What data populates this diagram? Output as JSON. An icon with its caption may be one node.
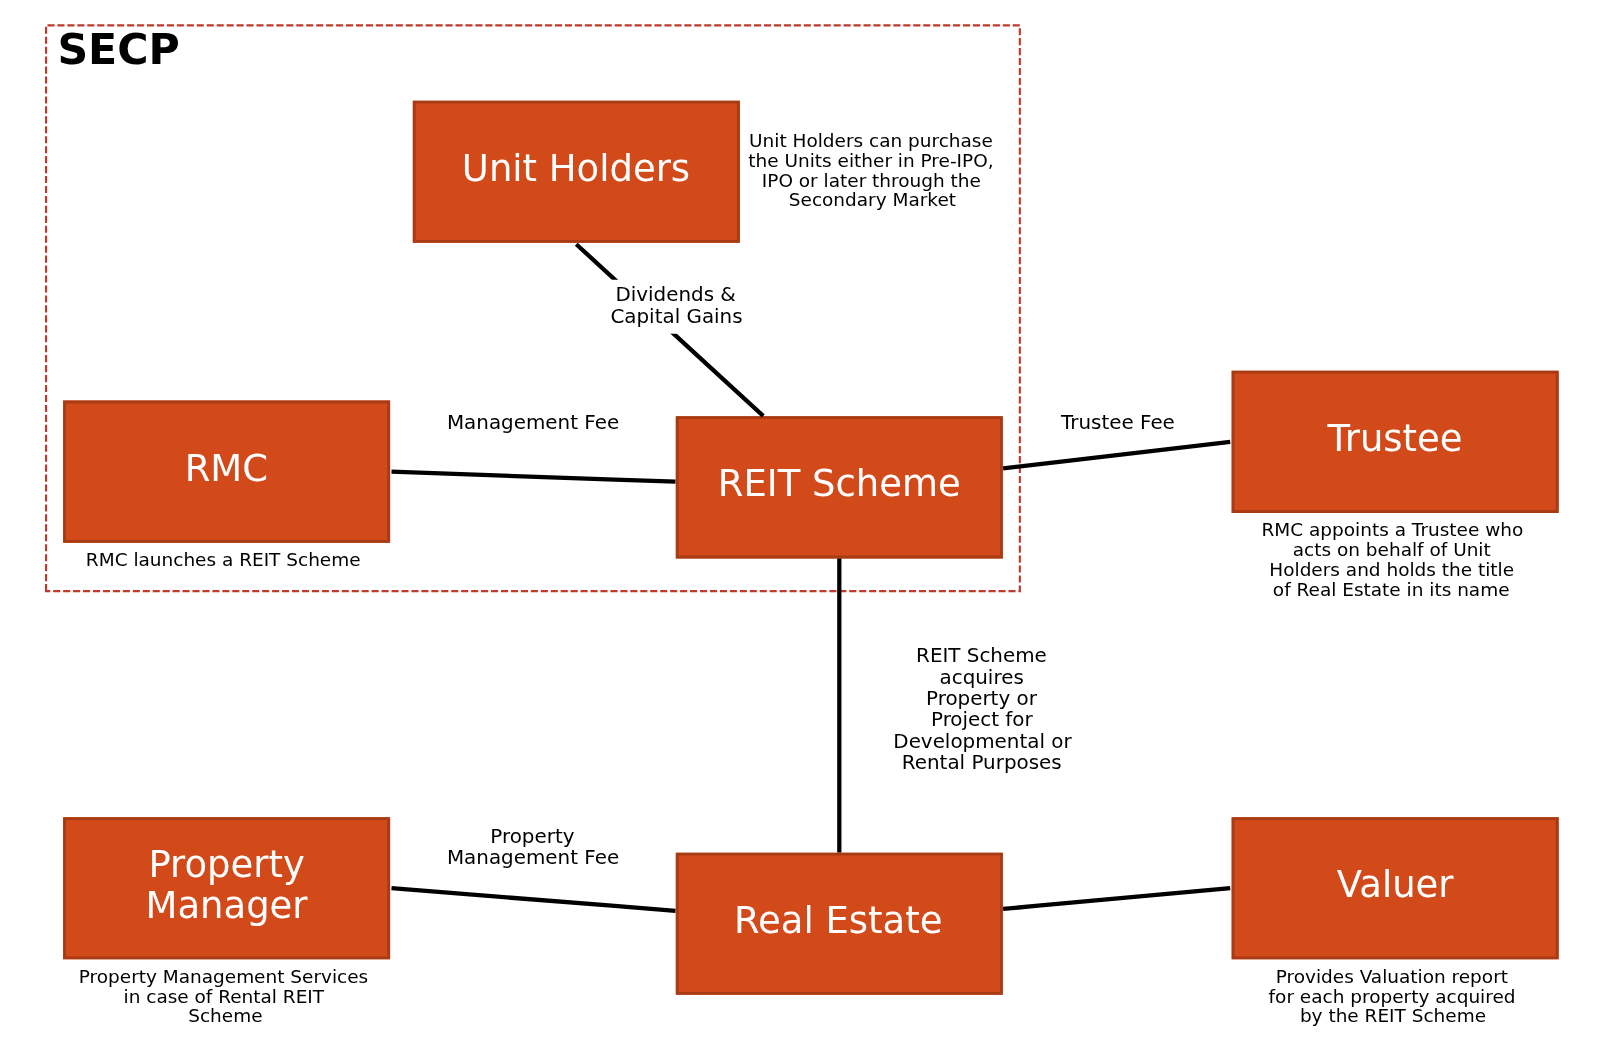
{
  "diagram": {
    "nodes": [
      {
        "text": [
          "SECP"
        ]
      },
      {
        "text": [
          "Unit Holders"
        ],
        "in": 0,
        "beside": [
          "Unit Holders can purchase the Units either in Pre-IPO, IPO or later through the Secondary Market"
        ]
      },
      {
        "text": [
          "RMC"
        ],
        "in": 0,
        "beside": [
          "RMC launches a REIT Scheme"
        ]
      },
      {
        "text": [
          "REIT Scheme"
        ],
        "in": 0
      },
      {
        "text": [
          "Trustee"
        ],
        "beside": [
          "RMC appoints a Trustee who acts on behalf of Unit Holders and holds the title of Real Estate in its name"
        ]
      },
      {
        "text": [
          "Property Manager"
        ],
        "beside": [
          "Property Management Services in case of Rental REIT Scheme"
        ]
      },
      {
        "text": [
          "Real Estate"
        ]
      },
      {
        "text": [
          "Valuer"
        ],
        "beside": [
          "Provides Valuation report for each property acquired by the REIT Scheme"
        ]
      }
    ],
    "edges": [
      {
        "from": 1,
        "to": 3,
        "arrow": "none",
        "label": "Dividends & Capital Gains"
      },
      {
        "from": 2,
        "to": 3,
        "arrow": "none",
        "label": "Management Fee"
      },
      {
        "from": 3,
        "to": 4,
        "arrow": "none",
        "label": "Trustee Fee"
      },
      {
        "from": 3,
        "to": 6,
        "arrow": "none",
        "label": "REIT Scheme acquires Property or Project for Developmental or Rental Purposes"
      },
      {
        "from": 5,
        "to": 6,
        "arrow": "none",
        "label": "Property Management Fee"
      },
      {
        "from": 6,
        "to": 7,
        "arrow": "none"
      }
    ]
  }
}
